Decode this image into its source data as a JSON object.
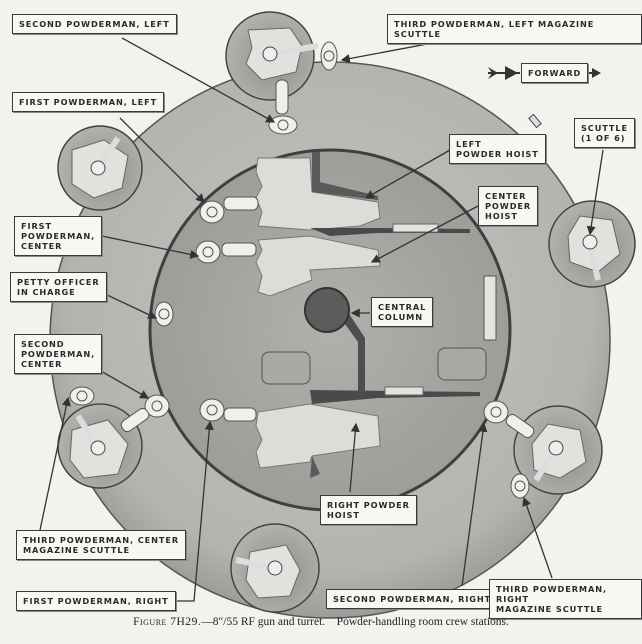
{
  "figure": {
    "caption_number": "Figure 7H29.",
    "caption_dash": "—",
    "caption_subject": "8″/55 RF gun and turret.",
    "caption_text": "Powder-handling room crew stations."
  },
  "orientation": {
    "label": "FORWARD",
    "icon": "arrow-right-icon"
  },
  "labels": {
    "second_powderman_left": "Second powderman, left",
    "third_powderman_left_scuttle": "Third powderman, left magazine scuttle",
    "first_powderman_left": "First powderman, left",
    "scuttle": "Scuttle\n(1 of 6)",
    "left_powder_hoist": "Left\npowder hoist",
    "center_powder_hoist": "Center\npowder\nhoist",
    "first_powderman_center": "First\npowderman,\ncenter",
    "petty_officer": "Petty officer\nin charge",
    "central_column": "Central\ncolumn",
    "second_powderman_center": "Second\npowderman,\ncenter",
    "right_powder_hoist": "Right powder\nhoist",
    "third_powderman_center_scuttle": "Third powderman, center\nmagazine scuttle",
    "first_powderman_right": "First powderman, right",
    "second_powderman_right": "Second powderman, right",
    "third_powderman_right_scuttle": "Third powderman, right\nmagazine scuttle"
  },
  "colors": {
    "background": "#f2f2ef",
    "outer_floor": "#b9b9b6",
    "inner_floor": "#a9a9a6",
    "hoist": "#d9d9d5",
    "outline": "#3a3a3a",
    "dark": "#555555"
  }
}
